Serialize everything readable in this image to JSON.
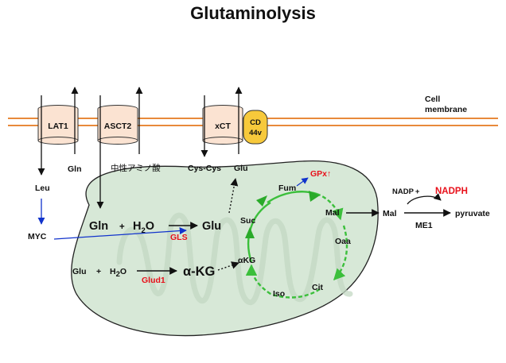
{
  "title": "Glutaminolysis",
  "membrane": {
    "label_line1": "Cell",
    "label_line2": "membrane",
    "color": "#e88a3a"
  },
  "transporters": {
    "lat1": "LAT1",
    "asct2": "ASCT2",
    "xct": "xCT",
    "cd44v_line1": "CD",
    "cd44v_line2": "44v",
    "fill": "#fbe3d2",
    "cd44v_fill": "#f7c93b"
  },
  "outside": {
    "gln": "Gln",
    "neutral_aa": "中性アミノ酸",
    "cys_cys": "Cys-Cys",
    "glu": "Glu"
  },
  "cytosol": {
    "leu": "Leu",
    "myc": "MYC"
  },
  "mito": {
    "fill": "#d7e8d7",
    "gln": "Gln",
    "plus1": "+",
    "h2o_1": "H",
    "h2o_1_sub": "2",
    "h2o_1_end": "O",
    "glu": "Glu",
    "gls": "GLS",
    "glu2": "Glu",
    "plus2": "+",
    "h2o_2": "H",
    "h2o_2_sub": "2",
    "h2o_2_end": "O",
    "glud1": "Glud1",
    "akg": "α-KG"
  },
  "tca": {
    "color": "#3bbf3b",
    "fum": "Fum",
    "gpx": "GPx↑",
    "mal": "Mal",
    "oaa": "Oaa",
    "cit": "Cit",
    "iso": "Iso",
    "akg": "αKG",
    "suc": "Suc"
  },
  "right": {
    "nadp": "NADP",
    "nadp_plus": "+",
    "nadph": "NADPH",
    "mal": "Mal",
    "me1": "ME1",
    "pyruvate": "pyruvate"
  }
}
